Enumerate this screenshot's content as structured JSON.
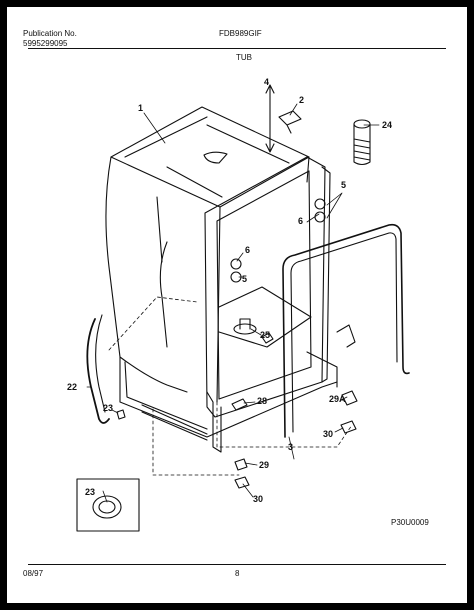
{
  "header": {
    "publication_label": "Publication No.",
    "publication_number": "5995299095",
    "model": "FDB989GIF",
    "section_title": "TUB"
  },
  "diagram": {
    "code": "P30U0009",
    "callouts": {
      "c1": "1",
      "c2": "2",
      "c3": "3",
      "c4": "4",
      "c5a": "5",
      "c5b": "5",
      "c6a": "6",
      "c6b": "6",
      "c22": "22",
      "c23a": "23",
      "c23b": "23",
      "c24": "24",
      "c25": "25",
      "c28": "28",
      "c29": "29",
      "c29a": "29A",
      "c30a": "30",
      "c30b": "30"
    }
  },
  "footer": {
    "date": "08/97",
    "page": "8"
  }
}
